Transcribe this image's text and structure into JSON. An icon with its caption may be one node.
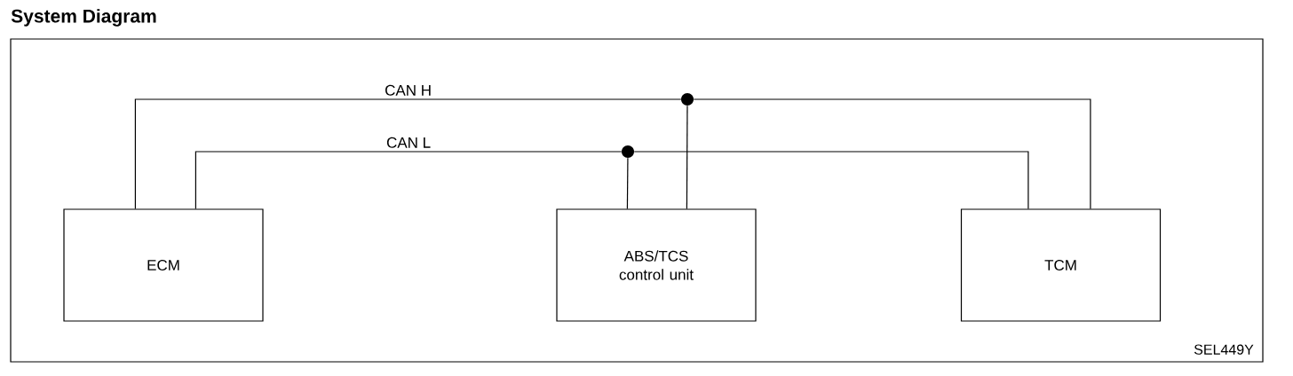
{
  "diagram": {
    "title": "System Diagram",
    "nodes": [
      {
        "text": [],
        "shape": "circle"
      },
      {
        "text": [],
        "shape": "circle"
      },
      {
        "text": [
          "ECM"
        ]
      },
      {
        "text": [
          "ABS/TCS control unit"
        ]
      },
      {
        "text": [
          "TCM"
        ]
      }
    ],
    "edges": [
      {
        "from": 2,
        "to": 0,
        "arrow": "none",
        "label": "CAN H"
      },
      {
        "from": 0,
        "to": 4,
        "arrow": "none"
      },
      {
        "from": 0,
        "to": 3,
        "arrow": "none"
      },
      {
        "from": 2,
        "to": 1,
        "arrow": "none",
        "label": "CAN L"
      },
      {
        "from": 1,
        "to": 4,
        "arrow": "none"
      },
      {
        "from": 1,
        "to": 3,
        "arrow": "none"
      }
    ],
    "labels": [
      "SEL449Y"
    ]
  }
}
